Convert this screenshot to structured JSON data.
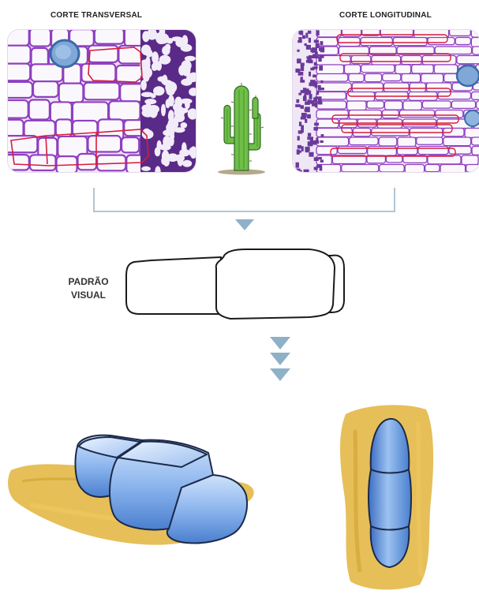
{
  "figure": {
    "headings": {
      "cross_section": "CORTE TRANSVERSAL",
      "longitudinal_section": "CORTE LONGITUDINAL"
    },
    "pattern_label_line1": "PADRÃO",
    "pattern_label_line2": "VISUAL",
    "colors": {
      "cell_wall_stain": "#8f3fc0",
      "highlight_outline": "#d81b3c",
      "connector": "#b3c5d3",
      "arrow": "#8eb1c8",
      "illustration_blue": "#6f9fe0",
      "background_ochre": "#e2b43c",
      "cactus_green": "#57a83c"
    },
    "icons": {
      "cactus": "cactus-icon",
      "arrow": "triangle-down-arrow"
    }
  }
}
